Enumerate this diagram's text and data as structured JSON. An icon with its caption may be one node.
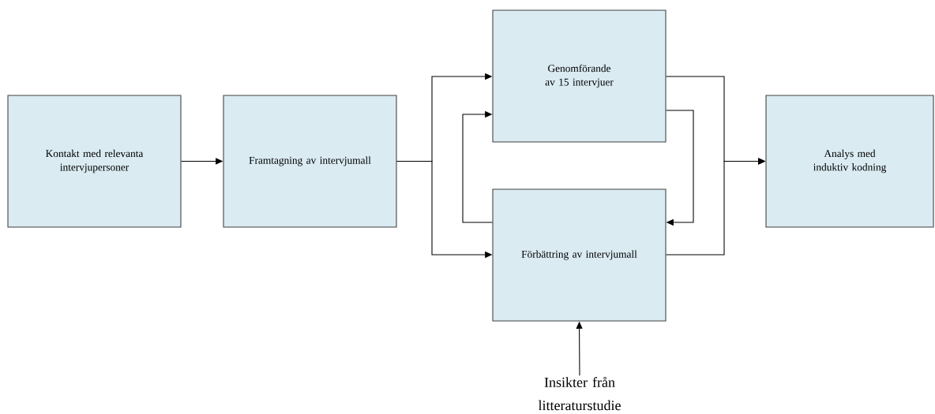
{
  "diagram": {
    "nodes": [
      {
        "text": [
          "Kontakt med relevanta intervjupersoner"
        ]
      },
      {
        "text": [
          "Framtagning av intervjumall"
        ]
      },
      {
        "text": [
          "Genomförande av 15 intervjuer"
        ]
      },
      {
        "text": [
          "Förbättring av intervjumall"
        ]
      },
      {
        "text": [
          "Analys med induktiv kodning"
        ]
      },
      {
        "text": [
          "Insikter från litteraturstudie"
        ]
      }
    ],
    "edges": [
      {
        "from": 0,
        "to": 1,
        "arrow": "to"
      },
      {
        "from": 1,
        "to": 2,
        "arrow": "to"
      },
      {
        "from": 1,
        "to": 3,
        "arrow": "to"
      },
      {
        "from": 3,
        "to": 2,
        "arrow": "to"
      },
      {
        "from": 2,
        "to": 3,
        "arrow": "to"
      },
      {
        "from": 2,
        "to": 4,
        "arrow": "to"
      },
      {
        "from": 3,
        "to": 4,
        "arrow": "to"
      },
      {
        "from": 5,
        "to": 3,
        "arrow": "to"
      }
    ]
  }
}
